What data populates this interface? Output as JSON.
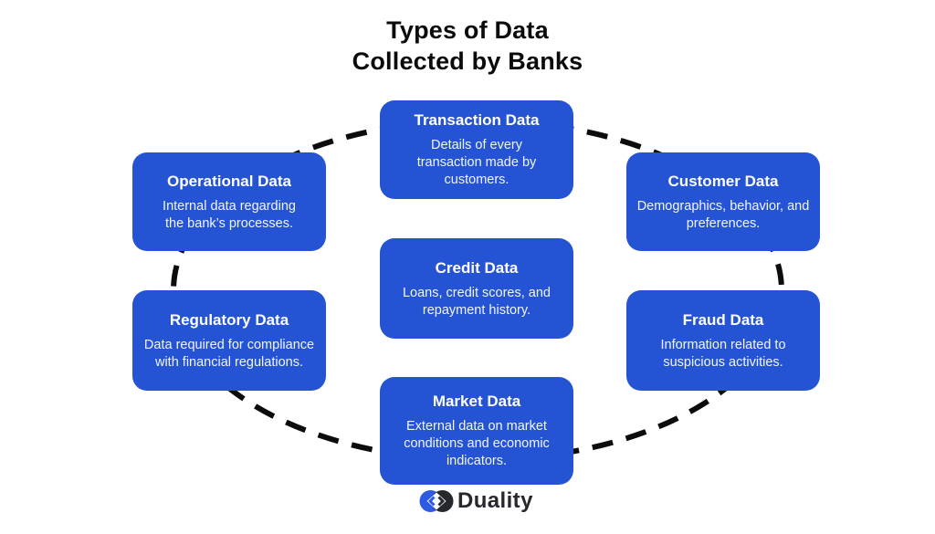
{
  "title": {
    "line1": "Types of Data",
    "line2": "Collected by Banks"
  },
  "boxes": [
    {
      "id": "transaction",
      "title": "Transaction Data",
      "body": "Details of every transaction made by customers."
    },
    {
      "id": "operational",
      "title": "Operational Data",
      "body": "Internal data regarding the bank’s processes."
    },
    {
      "id": "customer",
      "title": "Customer Data",
      "body": "Demographics, behavior, and preferences."
    },
    {
      "id": "credit",
      "title": "Credit Data",
      "body": "Loans, credit scores, and repayment history."
    },
    {
      "id": "regulatory",
      "title": "Regulatory Data",
      "body": "Data required for compliance with financial regulations."
    },
    {
      "id": "fraud",
      "title": "Fraud Data",
      "body": "Information related to suspicious activities."
    },
    {
      "id": "market",
      "title": "Market Data",
      "body": "External data on market conditions and economic indicators."
    }
  ],
  "logo": {
    "text": "Duality"
  },
  "colors": {
    "box_blue": "#2453d3",
    "box_text": "#ffffff",
    "dash_black": "#0c0c0c",
    "title_black": "#0b0b0b",
    "logo_dark": "#26282e",
    "logo_blue": "#2e59e2"
  }
}
